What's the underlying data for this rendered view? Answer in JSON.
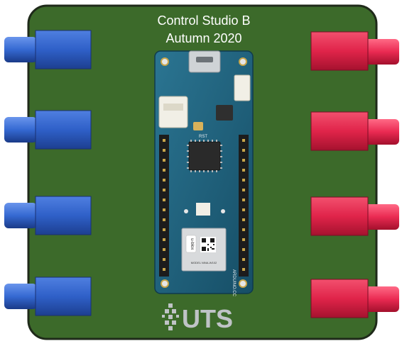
{
  "title": {
    "line1": "Control Studio B",
    "line2": "Autumn 2020"
  },
  "board": {
    "labels": {
      "reset": "RST",
      "module_brand": "u-blox",
      "model": "MODEL NINA-W102",
      "side": "ARDUINO.CC"
    }
  },
  "logo": {
    "text": "UTS"
  },
  "colors": {
    "background_green": "#3c6a2a",
    "border": "#1f2a1a",
    "input_blue": "#2f60c8",
    "output_red": "#e0244a",
    "board_teal": "#1d5f7a"
  },
  "connectors": {
    "inputs": [
      "input-1",
      "input-2",
      "input-3",
      "input-4"
    ],
    "outputs": [
      "output-1",
      "output-2",
      "output-3",
      "output-4"
    ]
  }
}
